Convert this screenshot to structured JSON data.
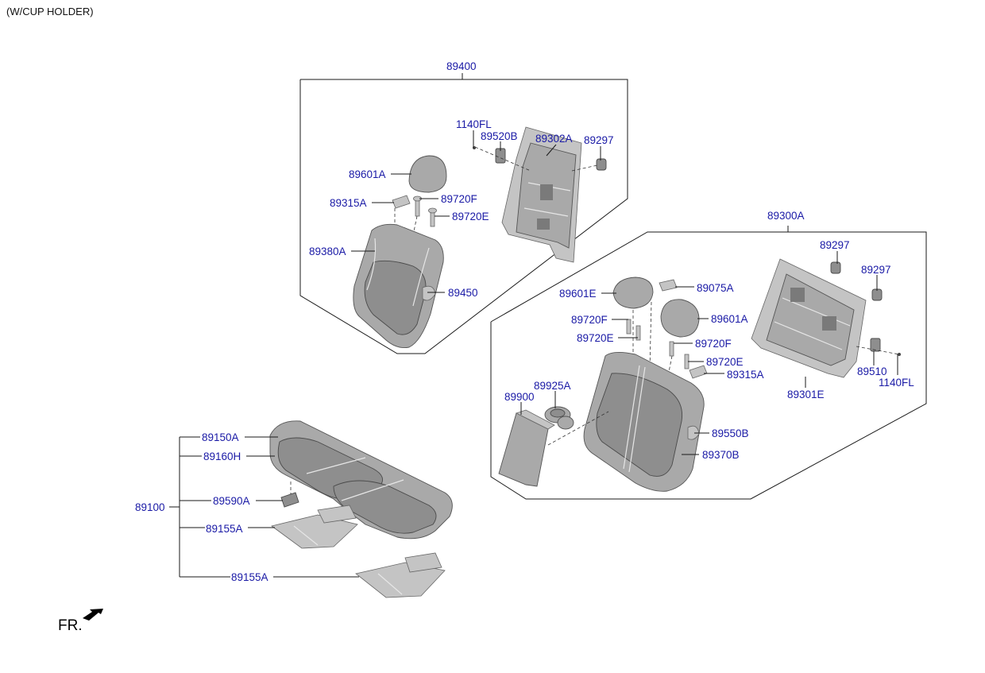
{
  "header": {
    "note": "(W/CUP HOLDER)"
  },
  "front_indicator": {
    "label": "FR."
  },
  "groups": {
    "g89400": "89400",
    "g89300A": "89300A",
    "g89100": "89100"
  },
  "callouts": {
    "c1140FL_a": "1140FL",
    "c89520B": "89520B",
    "c89302A": "89302A",
    "c89297_a": "89297",
    "c89601A_a": "89601A",
    "c89315A_a": "89315A",
    "c89720F_a": "89720F",
    "c89720E_a": "89720E",
    "c89380A": "89380A",
    "c89450": "89450",
    "c89297_b": "89297",
    "c89297_c": "89297",
    "c89601E": "89601E",
    "c89075A": "89075A",
    "c89720F_b": "89720F",
    "c89601A_b": "89601A",
    "c89720E_b": "89720E",
    "c89720F_c": "89720F",
    "c89720E_c": "89720E",
    "c89315A_b": "89315A",
    "c89510": "89510",
    "c1140FL_b": "1140FL",
    "c89301E": "89301E",
    "c89925A": "89925A",
    "c89900": "89900",
    "c89550B": "89550B",
    "c89370B": "89370B",
    "c89150A": "89150A",
    "c89160H": "89160H",
    "c89590A": "89590A",
    "c89155A_a": "89155A",
    "c89155A_b": "89155A"
  }
}
